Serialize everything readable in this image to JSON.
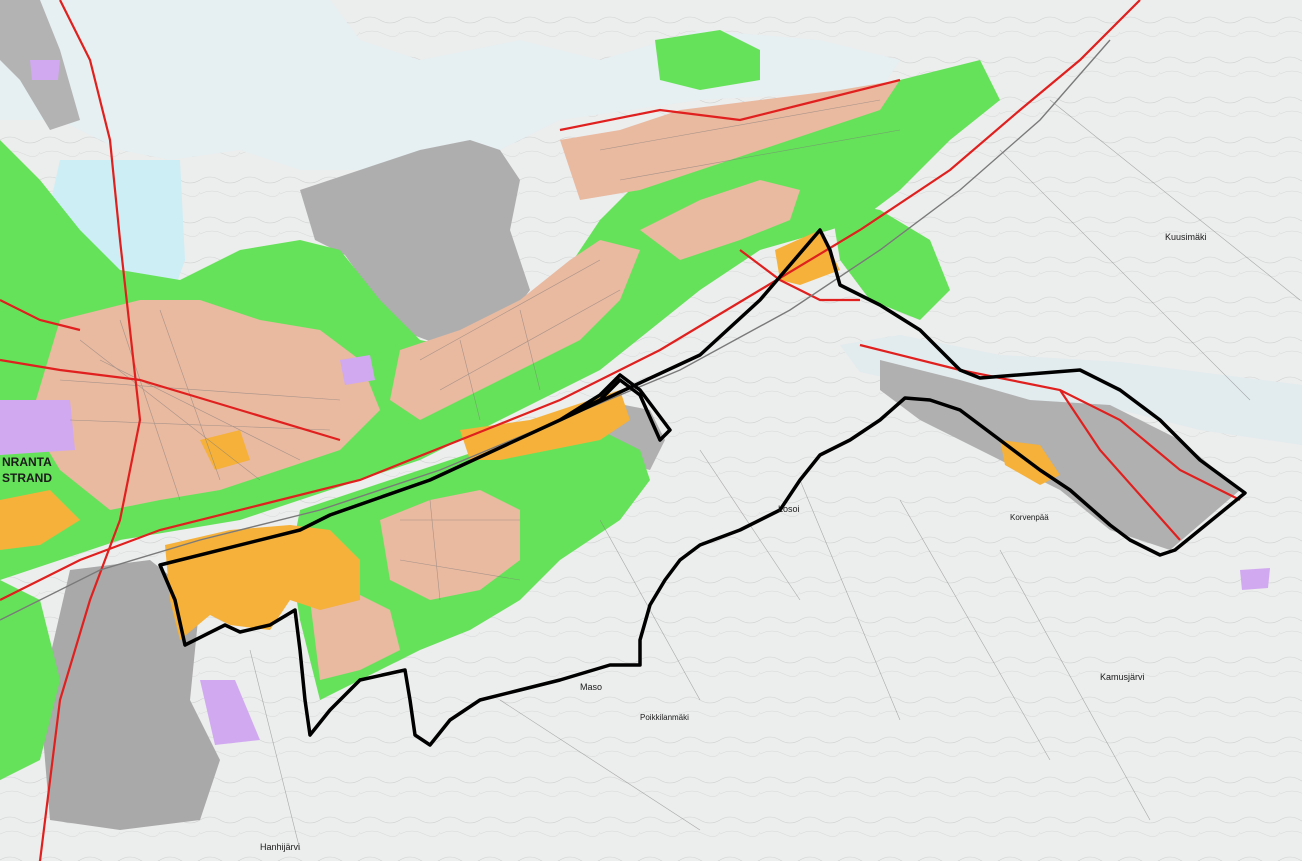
{
  "colors": {
    "background": "#eceded",
    "water": "#dff1f6",
    "water_bay": "#cdeef5",
    "green": "#66e25a",
    "residential": "#e9b9a0",
    "orange": "#f5b13a",
    "grey": "#aeaeae",
    "violet": "#d1a9f0",
    "red": "#e0201e",
    "boundary": "#000000"
  },
  "labels": {
    "city_line1": "NRANTA",
    "city_line2": "STRAND",
    "loso": "Losoi",
    "maso": "Maso",
    "kuusimaki": "Kuusimäki",
    "kamusjarvi": "Kamusjärvi",
    "hanhijarvi": "Hanhijärvi",
    "pokkilamki": "Poikkilanmäki",
    "korvenpaa": "Korvenpää"
  }
}
